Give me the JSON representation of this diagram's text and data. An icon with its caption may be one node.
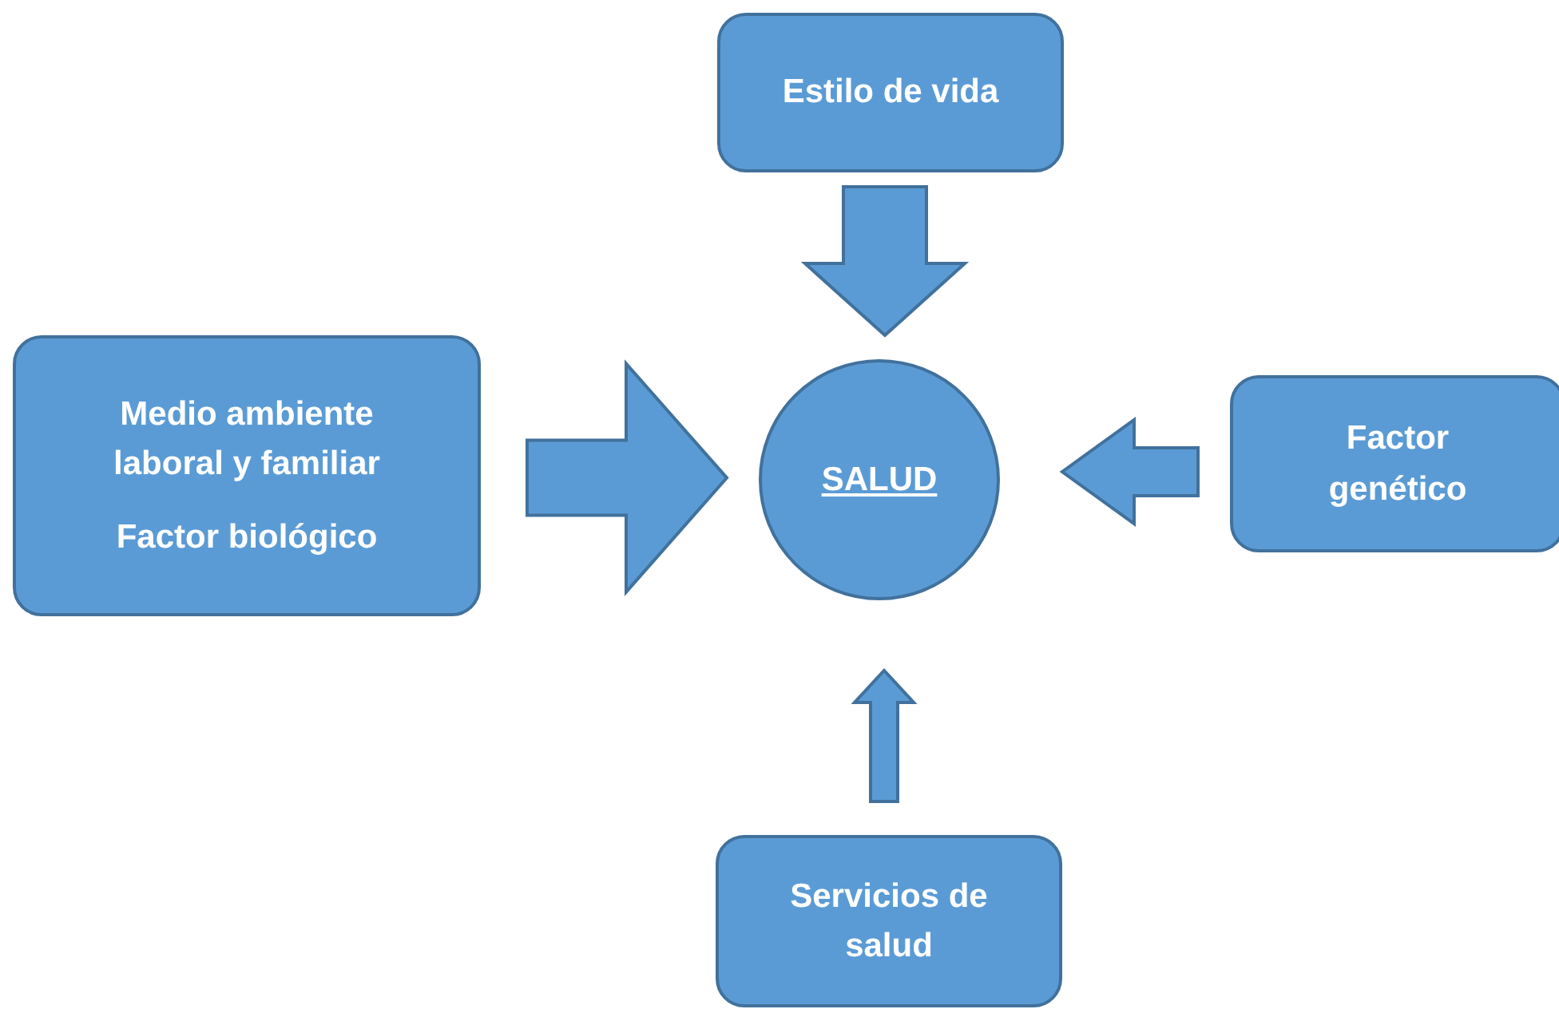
{
  "diagram": {
    "nodes": [
      {
        "text": [
          "Estilo de vida"
        ]
      },
      {
        "text": [
          "Medio ambiente laboral y familiar",
          "Factor biológico"
        ]
      },
      {
        "text": [
          "SALUD"
        ]
      },
      {
        "text": [
          "Factor genético"
        ]
      },
      {
        "text": [
          "Servicios de salud"
        ]
      }
    ],
    "edges": [
      {
        "from": 0,
        "to": 2,
        "arrow": "to"
      },
      {
        "from": 1,
        "to": 2,
        "arrow": "to"
      },
      {
        "from": 3,
        "to": 2,
        "arrow": "to"
      },
      {
        "from": 4,
        "to": 2,
        "arrow": "to"
      }
    ]
  }
}
